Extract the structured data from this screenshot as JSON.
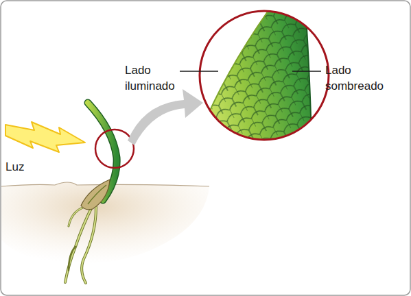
{
  "diagram": {
    "labels": [
      "Lado iluminado",
      "Lado sombreado",
      "Luz"
    ]
  }
}
